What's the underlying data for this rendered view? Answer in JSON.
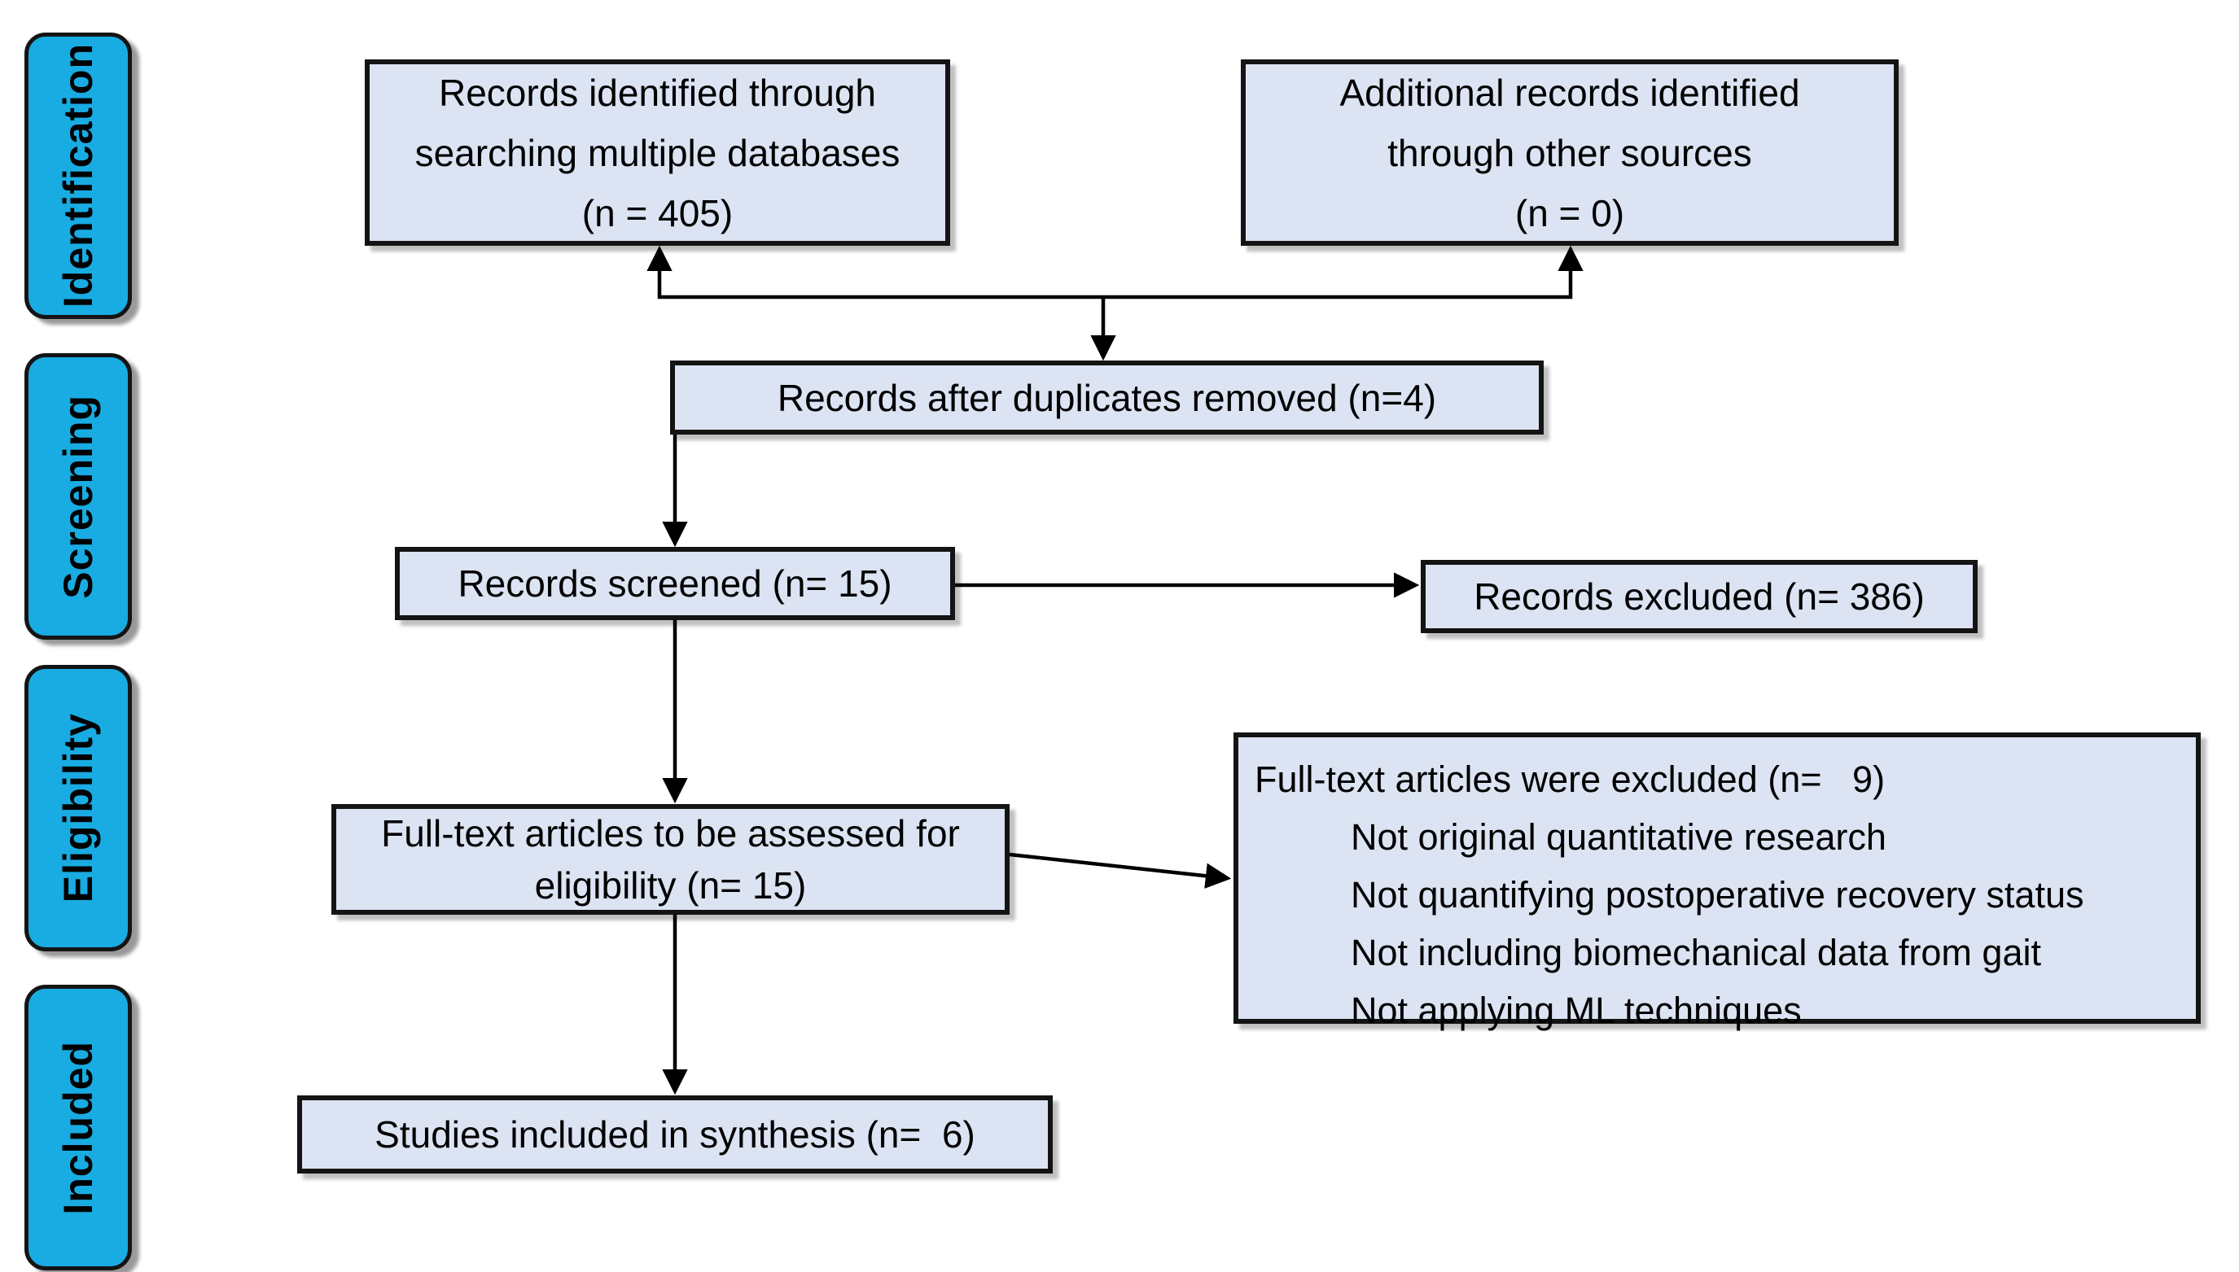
{
  "figure": {
    "stages": [
      {
        "id": "identification",
        "label": "Identification"
      },
      {
        "id": "screening",
        "label": "Screening"
      },
      {
        "id": "eligibility",
        "label": "Eligibility"
      },
      {
        "id": "included",
        "label": "Included"
      }
    ],
    "boxes": {
      "identified": {
        "lines": [
          "Records identified through",
          "searching multiple databases",
          "(n = 405)"
        ]
      },
      "additional": {
        "lines": [
          "Additional records identified",
          "through other sources",
          "(n = 0)"
        ]
      },
      "duplicates": {
        "text": "Records after duplicates removed (n=4)"
      },
      "screened": {
        "text": "Records screened (n= 15)"
      },
      "records_excluded": {
        "text": "Records excluded (n= 386)"
      },
      "fulltext": {
        "lines": [
          "Full-text articles to be assessed for",
          "eligibility (n= 15)"
        ]
      },
      "fulltext_excluded": {
        "title": "Full-text articles were excluded (n=   9)",
        "reasons": [
          "Not original quantitative research",
          "Not quantifying postoperative recovery status",
          "Not including biomechanical data from gait",
          "Not applying ML techniques"
        ]
      },
      "included_synthesis": {
        "text": "Studies included in synthesis (n=  6)"
      }
    },
    "colors": {
      "stage_fill": "#18ACE3",
      "box_fill": "#DCE3F2",
      "outline": "#141414",
      "arrow": "#000000"
    }
  }
}
